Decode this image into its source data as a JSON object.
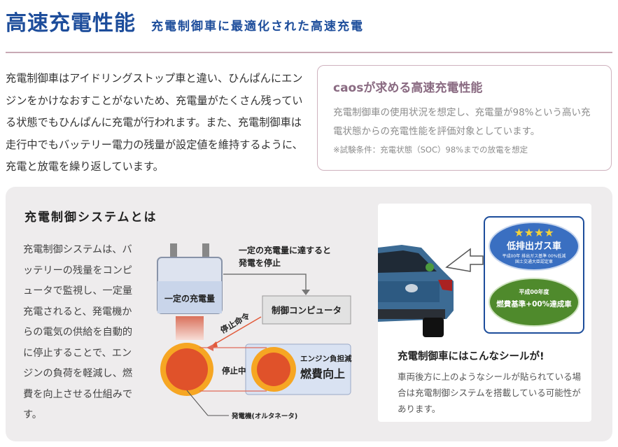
{
  "header": {
    "title": "高速充電性能",
    "subtitle": "充電制御車に最適化された高速充電"
  },
  "intro": {
    "text": "充電制御車はアイドリングストップ車と違い、ひんぱんにエンジンをかけなおすことがないため、充電量がたくさん残っている状態でもひんぱんに充電が行われます。また、充電制御車は走行中でもバッテリー電力の残量が設定値を維持するように、充電と放電を繰り返しています。"
  },
  "caos_box": {
    "title": "caosが求める高速充電性能",
    "body": "充電制御車の使用状況を想定し、充電量が98%という高い充電状態からの充電性能を評価対象としています。",
    "note": "※試験条件：充電状態（SOC）98%までの放電を想定"
  },
  "system": {
    "title": "充電制御システムとは",
    "body": "充電制御システムは、バッテリーの残量をコンピュータで監視し、一定量充電されると、発電機からの電気の供給を自動的に停止することで、エンジンの負荷を軽減し、燃費を向上させる仕組みです。"
  },
  "diagram": {
    "battery_label": "一定の充電量",
    "reach_label_1": "一定の充電量に達すると",
    "reach_label_2": "発電を停止",
    "computer_label": "制御コンピュータ",
    "stop_command": "停止命令",
    "stopping": "停止中",
    "engine_load_reduce": "エンジン負担減",
    "fuel_improve": "燃費向上",
    "alternator_label": "発電機(オルタネータ)"
  },
  "seal_card": {
    "title": "充電制御車にはこんなシールが!",
    "body": "車両後方に上のようなシールが貼られている場合は充電制御システムを搭載している可能性があります。",
    "seal1_main": "低排出ガス車",
    "seal1_small": "平成00年 排出ガス基準 00%低減",
    "seal1_small2": "国土交通大臣認定車",
    "seal2_top": "平成00年度",
    "seal2_main": "燃費基準+00%達成車"
  },
  "colors": {
    "brand_blue": "#1d4d9b",
    "mauve": "#8a6b82",
    "panel_bg": "#eeeced",
    "orange": "#e0522a",
    "ring": "#f6a623"
  }
}
